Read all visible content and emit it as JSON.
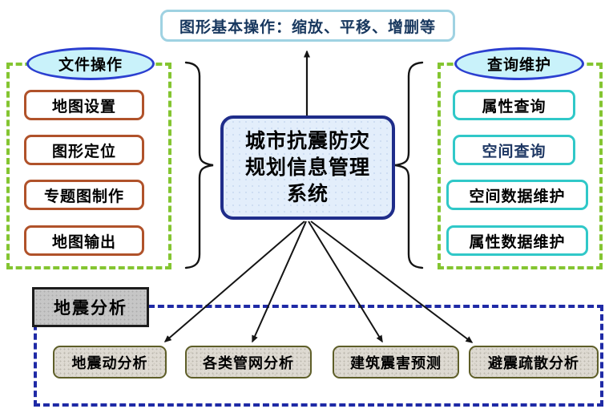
{
  "top_box": {
    "label": "图形基本操作：缩放、平移、增删等"
  },
  "center_box": {
    "label": "城市抗震防灾规划信息管理系统",
    "lines": [
      "城市抗震防灾",
      "规划信息管理",
      "系统"
    ]
  },
  "left_panel": {
    "title": "文件操作",
    "items": [
      "地图设置",
      "图形定位",
      "专题图制作",
      "地图输出"
    ]
  },
  "right_panel": {
    "title": "查询维护",
    "items": [
      "属性查询",
      "空间查询",
      "空间数据维护",
      "属性数据维护"
    ]
  },
  "bottom_panel": {
    "title": "地震分析",
    "items": [
      "地震动分析",
      "各类管网分析",
      "建筑震害预测",
      "避震疏散分析"
    ]
  },
  "colors": {
    "center_border": "#1f2d8a",
    "center_fill": "#e3eefb",
    "top_border": "#9fd2e2",
    "top_text": "#17375e",
    "green_dash": "#84c531",
    "blue_dash": "#1f2aa6",
    "ellipse_fill": "#c9f2fa",
    "ellipse_border": "#2b3fd0",
    "left_item_border": "#b0522a",
    "right_item_border": "#30c8c8",
    "spatial_query_text": "#1f3864",
    "bottom_item_border": "#5e5e28",
    "bottom_item_fill": "#dedad2",
    "gray_label_fill": "#c6c6c6"
  }
}
